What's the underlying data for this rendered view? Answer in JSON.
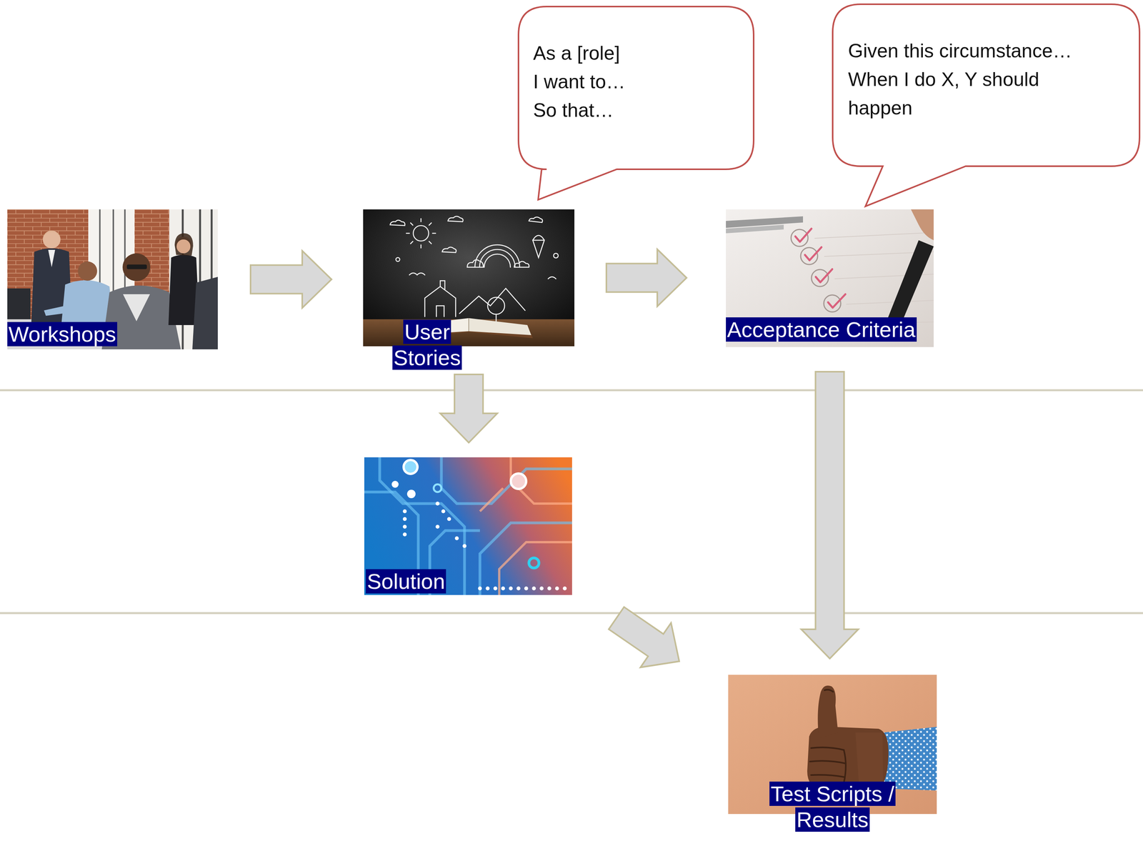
{
  "diagram": {
    "nodes": [
      {
        "text": [
          "As a [role] I want to… So that…"
        ]
      },
      {
        "text": [
          "Given this circumstance… When I do X, Y should happen"
        ]
      },
      {
        "text": [
          "Workshops"
        ]
      },
      {
        "text": [
          "User Stories"
        ]
      },
      {
        "text": [
          "Acceptance Criteria"
        ]
      },
      {
        "text": [
          "Solution"
        ]
      },
      {
        "text": [
          "Test Scripts / Results"
        ]
      }
    ],
    "edges": [
      {
        "from": 2,
        "to": 3,
        "arrow": "to"
      },
      {
        "from": 3,
        "to": 4,
        "arrow": "to"
      },
      {
        "from": 3,
        "to": 5,
        "arrow": "to"
      },
      {
        "from": 4,
        "to": 6,
        "arrow": "to"
      },
      {
        "from": 5,
        "to": 6,
        "arrow": "to"
      }
    ]
  }
}
